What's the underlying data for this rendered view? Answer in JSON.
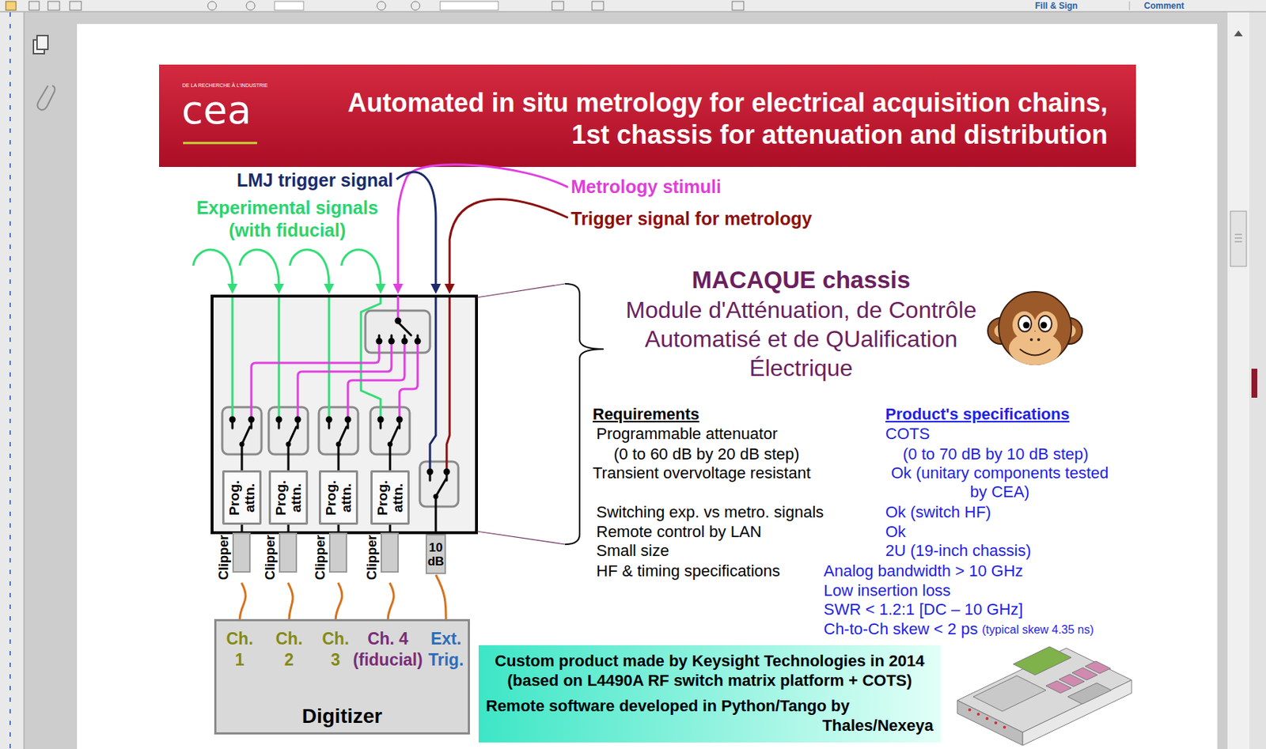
{
  "diagram": {
    "title": "Automated in situ metrology for electrical acquisition chains, 1st chassis for attenuation and distribution",
    "nodes": [
      {
        "text": [
          "Prog. attn."
        ]
      },
      {
        "text": [
          "Prog. attn."
        ]
      },
      {
        "text": [
          "Prog. attn."
        ]
      },
      {
        "text": [
          "Prog. attn."
        ]
      },
      {
        "text": [
          "Clipper"
        ]
      },
      {
        "text": [
          "Clipper"
        ]
      },
      {
        "text": [
          "Clipper"
        ]
      },
      {
        "text": [
          "Clipper"
        ]
      },
      {
        "text": [
          "10 dB"
        ]
      },
      {
        "text": [
          "Digitizer"
        ]
      },
      {
        "text": [
          "Ch. 1"
        ],
        "in": 9
      },
      {
        "text": [
          "Ch. 2"
        ],
        "in": 9
      },
      {
        "text": [
          "Ch. 3"
        ],
        "in": 9
      },
      {
        "text": [
          "Ch. 4 (fiducial)"
        ],
        "in": 9
      },
      {
        "text": [
          "Ext. Trig."
        ],
        "in": 9
      },
      {
        "text": [
          "Custom product made by Keysight Technologies in 2014 (based on L4490A RF switch matrix platform + COTS)",
          "Remote software developed in Python/Tango by Thales/Nexeya"
        ]
      }
    ],
    "edges": [
      {
        "from": 4,
        "to": 10,
        "arrow": "to"
      },
      {
        "from": 5,
        "to": 11,
        "arrow": "to"
      },
      {
        "from": 6,
        "to": 12,
        "arrow": "to"
      },
      {
        "from": 7,
        "to": 13,
        "arrow": "to"
      },
      {
        "from": 8,
        "to": 14,
        "arrow": "to"
      }
    ],
    "labels": [
      "Fill & Sign",
      "Comment",
      "DE LA RECHERCHE À L'INDUSTRIE",
      "cea",
      "LMJ trigger signal",
      "Experimental signals (with fiducial)",
      "Metrology stimuli",
      "Trigger signal for metrology",
      "MACAQUE chassis",
      "Module d'Atténuation, de Contrôle Automatisé et de QUalification Électrique",
      "Requirements",
      "Product's specifications",
      "Programmable attenuator",
      "COTS",
      "(0 to 60 dB by 20 dB step)",
      "(0 to 70 dB by 10 dB step)",
      "Transient overvoltage resistant",
      "Ok (unitary components tested by CEA)",
      "Switching exp. vs metro. signals",
      "Ok (switch HF)",
      "Remote control by LAN",
      "Ok",
      "Small size",
      "2U (19-inch chassis)",
      "HF & timing specifications",
      "Analog bandwidth > 10 GHz",
      "Low insertion loss",
      "SWR < 1.2:1 [DC – 10 GHz]",
      "Ch-to-Ch skew < 2 ps",
      "(typical skew 4.35 ns)"
    ]
  }
}
